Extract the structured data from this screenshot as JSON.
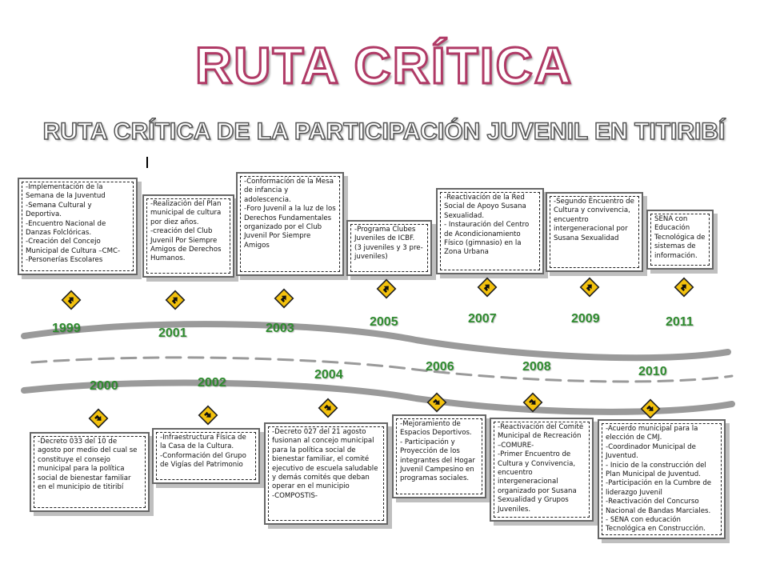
{
  "header": {
    "title": "RUTA CRÍTICA",
    "subtitle": "RUTA CRÍTICA DE LA PARTICIPACIÓN JUVENIL EN TITIRIBÍ"
  },
  "timeline": {
    "top": [
      {
        "year": "1999",
        "text": "-Implementación de la Semana de la Juventud\n-Semana Cultural y Deportiva.\n-Encuentro Nacional de Danzas Folclóricas.\n-Creación del Concejo Municipal de Cultura –CMC-\n-Personerías Escolares"
      },
      {
        "year": "2001",
        "text": "-Realización del Plan municipal de cultura por diez años.\n-creación del Club Juvenil Por Siempre Amigos de Derechos Humanos."
      },
      {
        "year": "2003",
        "text": "-Conformación de la Mesa de infancia y adolescencia.\n-Foro Juvenil a la luz de los Derechos Fundamentales organizado por el Club Juvenil Por Siempre Amigos"
      },
      {
        "year": "2005",
        "text": "-Programa Clubes Juveniles de ICBF.\n(3 juveniles y 3 pre-juveniles)"
      },
      {
        "year": "2007",
        "text": "-Reactivación de la Red Social de Apoyo Susana Sexualidad.\n- Instauración del Centro de Acondicionamiento Físico (gimnasio) en la Zona Urbana"
      },
      {
        "year": "2009",
        "text": "-Segundo Encuentro de Cultura y convivencia, encuentro intergeneracional por Susana Sexualidad"
      },
      {
        "year": "2011",
        "text": "SENA con Educación Tecnológica de sistemas de información."
      }
    ],
    "bottom": [
      {
        "year": "2000",
        "text": "-Decreto 033 del 10 de agosto por medio del cual se constituye el consejo municipal para la política social de bienestar familiar en el municipio de titiribí"
      },
      {
        "year": "2002",
        "text": "-Infraestructura Física de la Casa de la Cultura.\n-Conformación del Grupo de Vigías del Patrimonio"
      },
      {
        "year": "2004",
        "text": "-Decreto 027 del 21 agosto fusionan al concejo municipal para la política social de bienestar familiar, el comité ejecutivo de escuela saludable y demás comités que deban operar en el municipio\n-COMPOSTIS-"
      },
      {
        "year": "2006",
        "text": "-Mejoramiento de Espacios Deportivos.\n- Participación y Proyección de los integrantes del Hogar Juvenil Campesino en programas sociales."
      },
      {
        "year": "2008",
        "text": "-Reactivación del Comité Municipal de Recreación –COMURE-\n-Primer Encuentro de Cultura y Convivencia, encuentro intergeneracional organizado por Susana Sexualidad y Grupos Juveniles."
      },
      {
        "year": "2010",
        "text": "-Acuerdo municipal para la elección de CMJ.\n-Coordinador Municipal de Juventud.\n- Inicio de la construcción del Plan Municipal de Juventud.\n-Participación en la Cumbre de liderazgo Juvenil\n-Reactivación del Concurso Nacional de Bandas Marciales.\n- SENA con educación Tecnológica en Construcción."
      }
    ]
  },
  "colors": {
    "title_outline": "#b03a66",
    "year_green": "#2e8b2e",
    "sign_yellow": "#f4c20d",
    "road_grey": "#9a9a9a"
  },
  "icons": {
    "sign": "yellow-arrow-road-sign-icon"
  }
}
